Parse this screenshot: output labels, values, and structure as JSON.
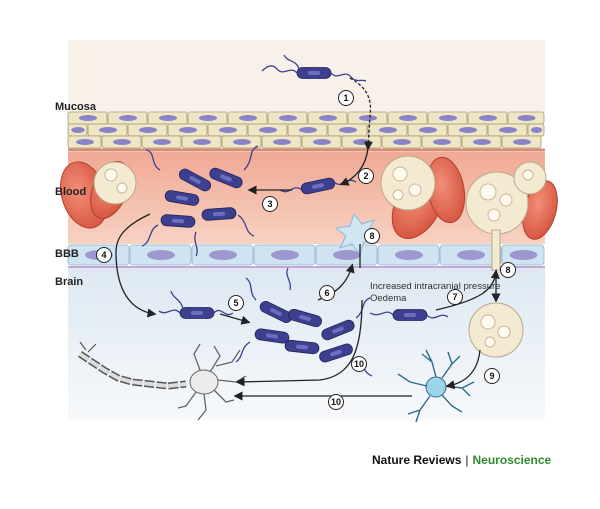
{
  "layers": {
    "mucosa": "Mucosa",
    "blood": "Blood",
    "bbb": "BBB",
    "brain": "Brain"
  },
  "steps": [
    "1",
    "2",
    "3",
    "4",
    "5",
    "6",
    "7",
    "8",
    "8",
    "9",
    "10",
    "10"
  ],
  "annotations": {
    "pressure": "Increased intracranial pressure",
    "oedema": "Oedema"
  },
  "credit": {
    "publisher": "Nature Reviews",
    "separator": "|",
    "journal": "Neuroscience"
  },
  "colors": {
    "mucosa_cell": "#efe6c6",
    "mucosa_nucleus": "#8a83c8",
    "blood_bg": "#f6c1ae",
    "red_cell": "#e36b55",
    "bbb_cell": "#cfe3f1",
    "brain_bg": "#eef3f8",
    "bacterium": "#3d3f8f",
    "leukocyte": "#f4ead2",
    "journal_green": "#2e8b2e"
  }
}
